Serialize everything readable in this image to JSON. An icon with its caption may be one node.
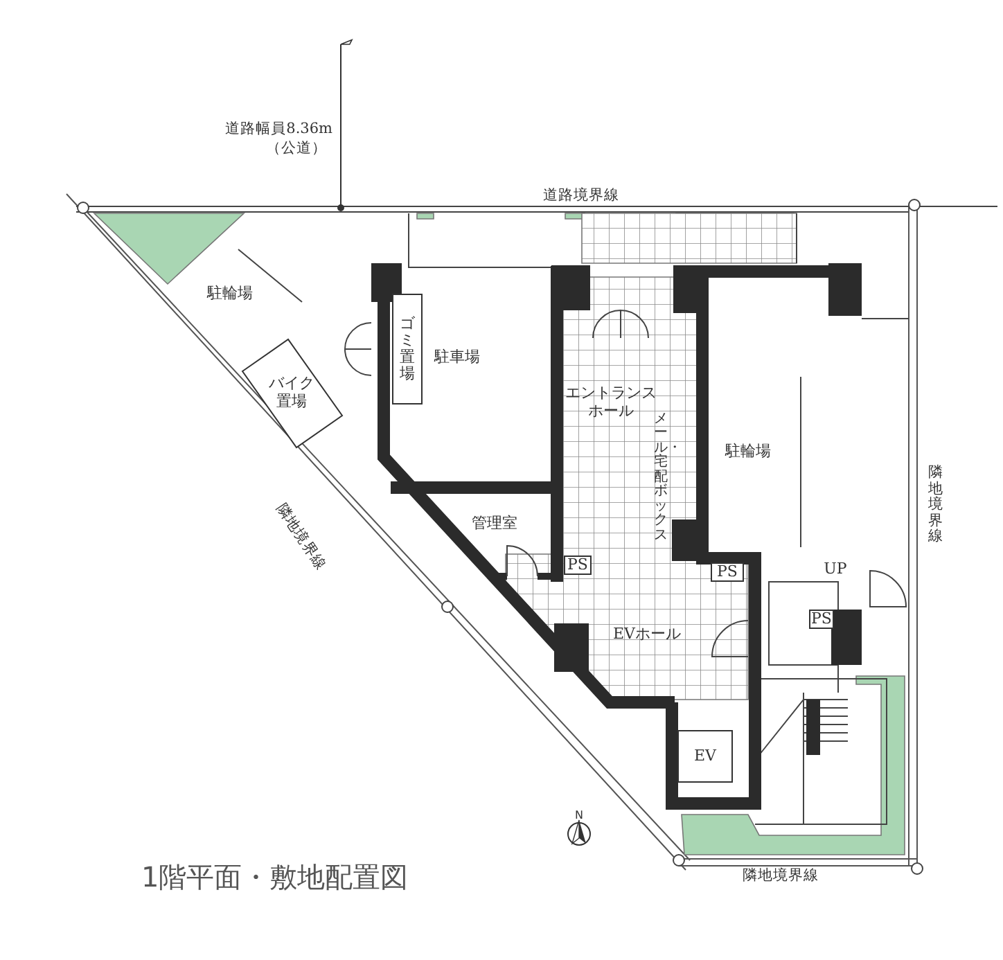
{
  "diagram": {
    "title": "1階平面・敷地配置図",
    "nodes": [
      {
        "text": [
          "駐輪場"
        ]
      },
      {
        "text": [
          "バイク置場"
        ]
      },
      {
        "text": [
          "ゴミ置場"
        ]
      },
      {
        "text": [
          "駐車場"
        ]
      },
      {
        "text": [
          "エントランスホール"
        ]
      },
      {
        "text": [
          "メール・宅配ボックス"
        ]
      },
      {
        "text": [
          "駐輪場"
        ]
      },
      {
        "text": [
          "管理室"
        ]
      },
      {
        "text": [
          "PS"
        ]
      },
      {
        "text": [
          "PS"
        ]
      },
      {
        "text": [
          "EVホール"
        ]
      },
      {
        "text": [
          "EV"
        ]
      },
      {
        "text": [
          "UP"
        ]
      },
      {
        "text": [
          "PS"
        ]
      }
    ],
    "labels": [
      "道路幅員8.36m",
      "（公道）",
      "道路境界線",
      "隣地境界線",
      "隣地境界線",
      "隣地境界線",
      "N"
    ]
  }
}
